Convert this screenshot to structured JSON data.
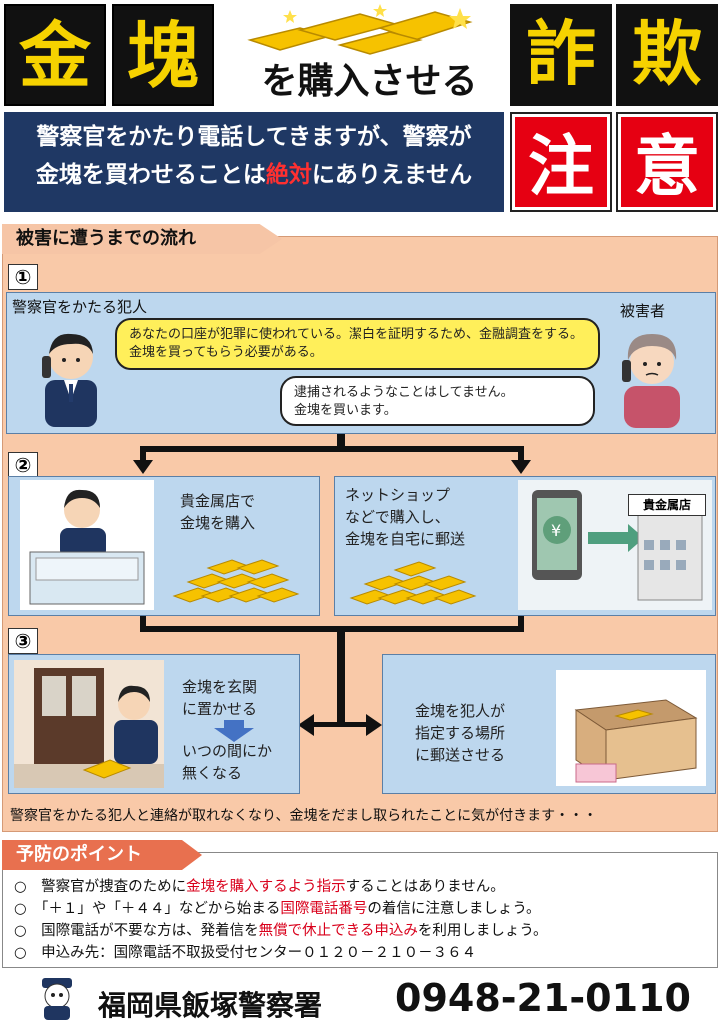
{
  "header": {
    "kin": "金",
    "kai": "塊",
    "subtitle": "を購入させる",
    "sa": "詐",
    "gi": "欺",
    "chu": "注",
    "i": "意",
    "banner_line1": "警察官をかたり電話してきますが、警察が",
    "banner_line2_a": "金塊を買わせることは",
    "banner_line2_b": "絶対",
    "banner_line2_c": "にありえません"
  },
  "flow": {
    "title": "被害に遭うまでの流れ",
    "step1": {
      "num": "①",
      "caller_label": "警察官をかたる犯人",
      "victim_label": "被害者",
      "bubble_caller": "あなたの口座が犯罪に使われている。潔白を証明するため、金融調査をする。金塊を買ってもらう必要がある。",
      "bubble_victim": "逮捕されるようなことはしてません。\n金塊を買います。"
    },
    "step2": {
      "num": "②",
      "left_text": "貴金属店で\n金塊を購入",
      "right_text": "ネットショップ\nなどで購入し、\n金塊を自宅に郵送",
      "shop_sign": "貴金属店"
    },
    "step3": {
      "num": "③",
      "left_text_a": "金塊を玄関\nに置かせる",
      "left_text_b": "いつの間にか\n無くなる",
      "right_text": "金塊を犯人が\n指定する場所\nに郵送させる"
    },
    "conclusion": "警察官をかたる犯人と連絡が取れなくなり、金塊をだまし取られたことに気が付きます・・・"
  },
  "prevention": {
    "title": "予防のポイント",
    "items": [
      {
        "a": "○　警察官が捜査のために",
        "b": "金塊を購入するよう指示",
        "c": "することはありません。"
      },
      {
        "a": "○　「＋１」や「＋４４」などから始まる",
        "b": "国際電話番号",
        "c": "の着信に注意しましょう。"
      },
      {
        "a": "○　国際電話が不要な方は、発着信を",
        "b": "無償で休止できる申込み",
        "c": "を利用しましょう。"
      },
      {
        "a": "○　申込み先：国際電話不取扱受付センター０１２０－２１０－３６４",
        "b": "",
        "c": ""
      }
    ]
  },
  "footer": {
    "station": "福岡県飯塚警察署",
    "phone": "0948-21-0110"
  },
  "colors": {
    "gold": "#f6d200",
    "navy": "#1f3864",
    "red": "#e60012",
    "peach": "#f9c9a8",
    "blue_panel": "#bdd7ee"
  }
}
